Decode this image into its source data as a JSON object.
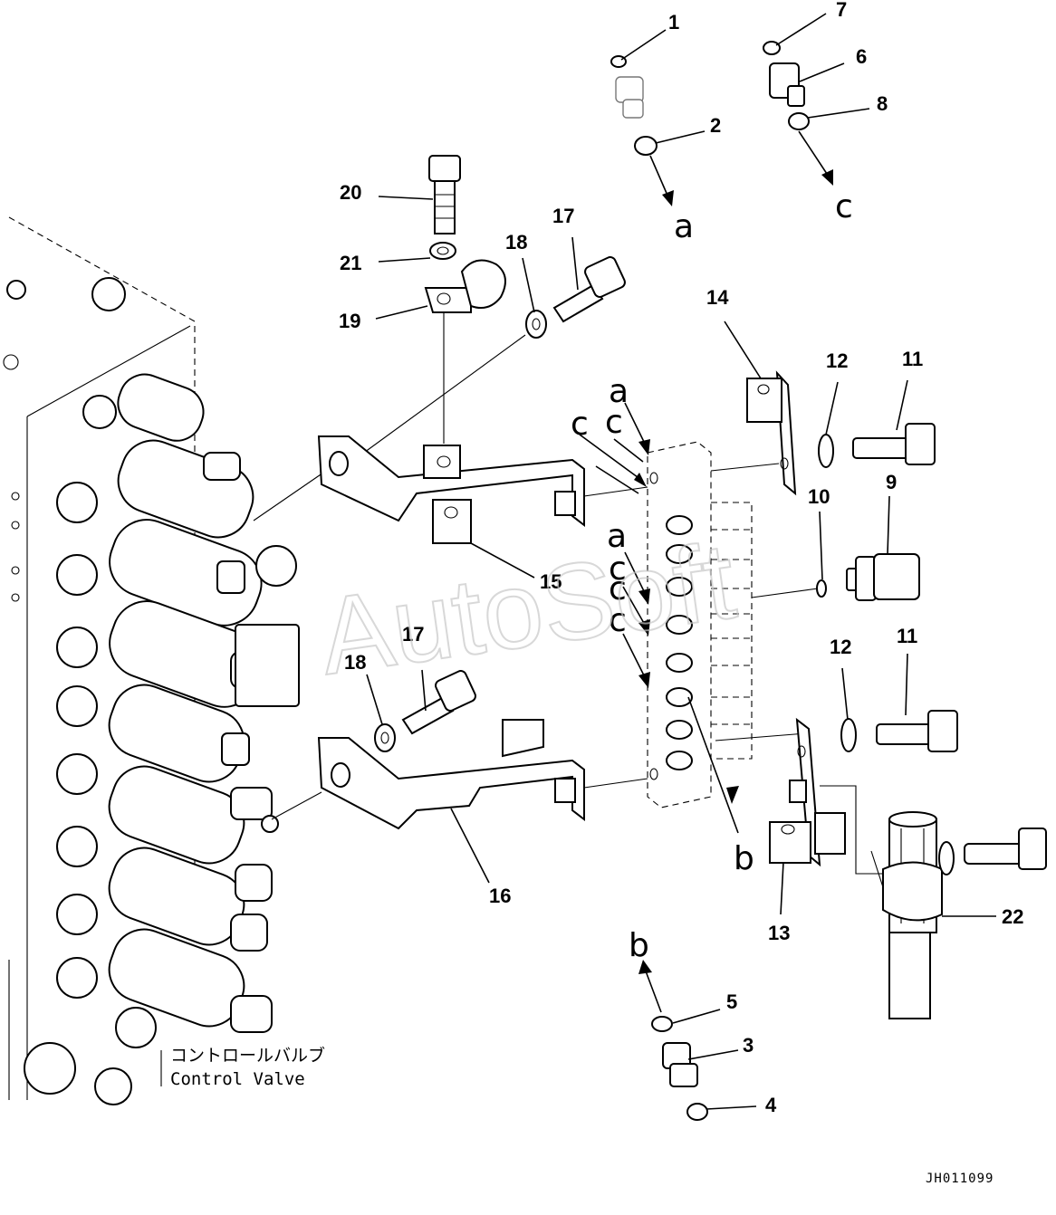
{
  "drawing": {
    "part_labels": [
      "1",
      "2",
      "3",
      "4",
      "5",
      "6",
      "7",
      "8",
      "9",
      "10",
      "11",
      "11",
      "12",
      "12",
      "13",
      "14",
      "15",
      "16",
      "17",
      "17",
      "18",
      "18",
      "19",
      "20",
      "21",
      "22"
    ],
    "connection_labels": [
      "a",
      "a",
      "a",
      "c",
      "c",
      "c",
      "c",
      "c",
      "c",
      "b",
      "b"
    ],
    "component_caption_jp": "コントロールバルブ",
    "component_caption_en": "Control Valve",
    "drawing_code": "JH011099",
    "watermark": "AutoSoft"
  }
}
